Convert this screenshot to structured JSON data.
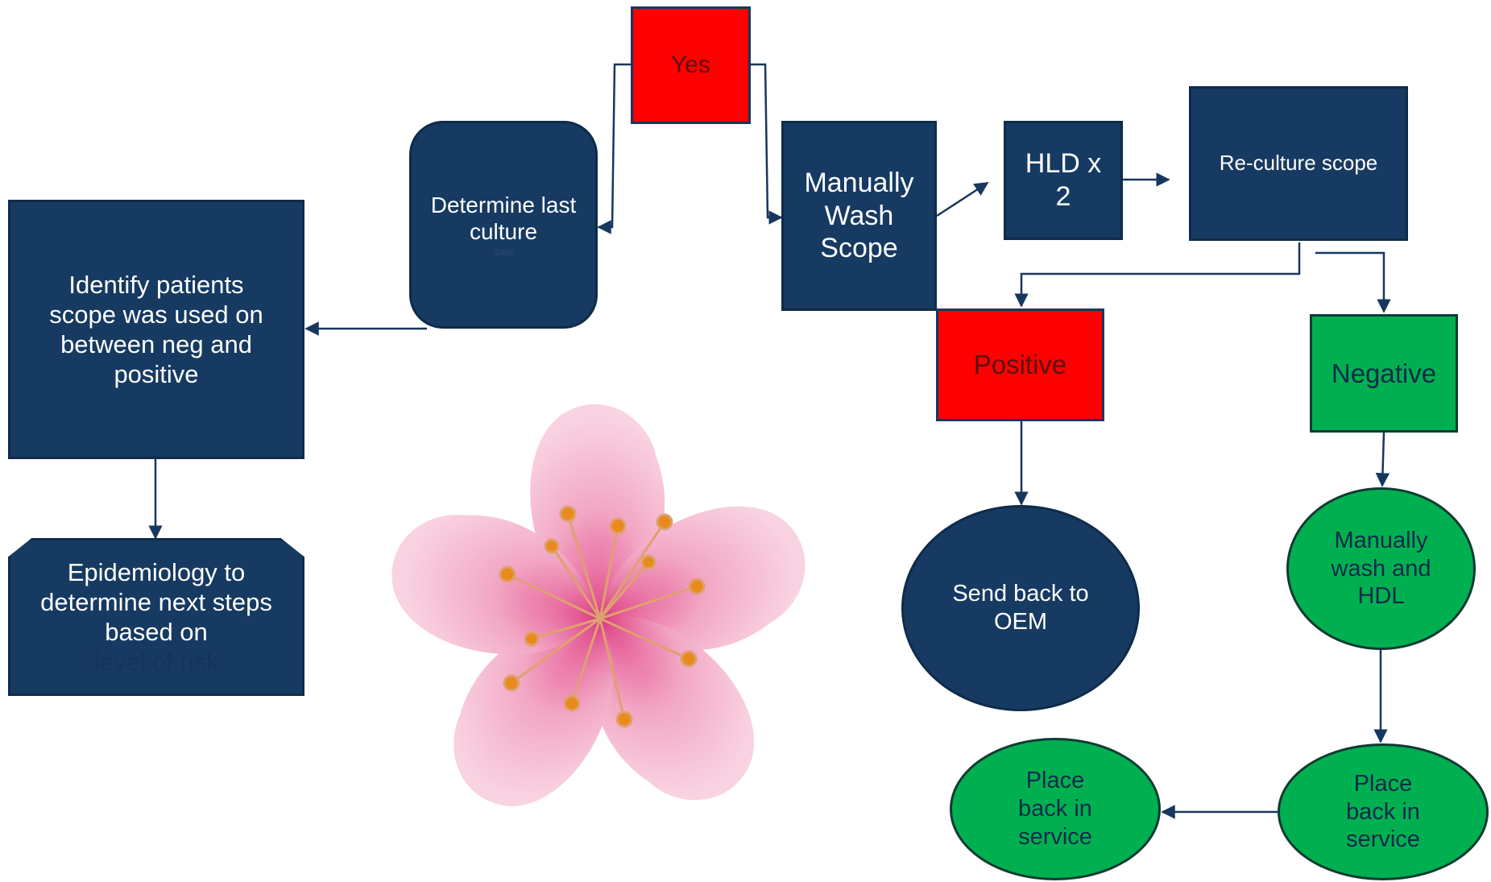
{
  "colors": {
    "navy": "#163a61",
    "red": "#ff0000",
    "green": "#00b050",
    "arrow": "#17375e"
  },
  "nodes": {
    "yes": "Yes",
    "determine_culture": "Determine last culture",
    "determine_culture_tail": "date",
    "identify_patients": "Identify patients scope was used on between neg and positive",
    "epidemiology": "Epidemiology to determine next steps based on",
    "epidemiology_tail": "level of risk",
    "manual_wash": "Manually Wash Scope",
    "hld": "HLD x 2",
    "reculture": "Re-culture scope",
    "positive": "Positive",
    "negative": "Negative",
    "send_back": "Send back to OEM",
    "manual_wash_hdl": "Manually wash and HDL",
    "place_back_right": "Place back in service",
    "place_back_left": "Place back in service"
  },
  "decoration": {
    "image": "pink-flower"
  }
}
